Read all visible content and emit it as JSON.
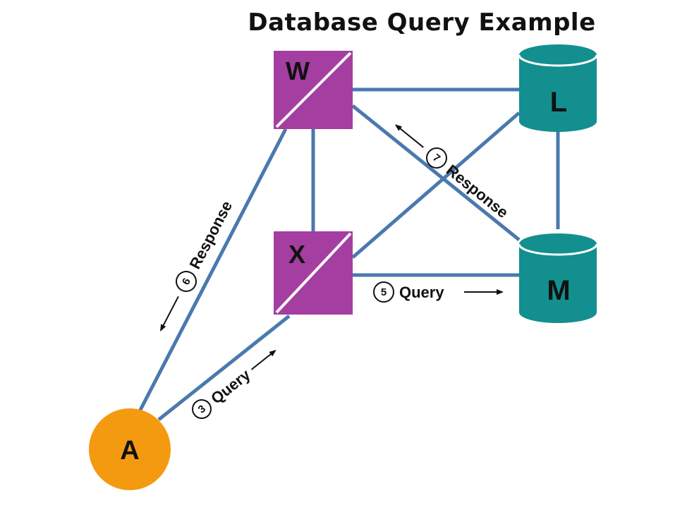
{
  "title": "Database Query Example",
  "nodes": {
    "w": {
      "label": "W",
      "type": "router"
    },
    "x": {
      "label": "X",
      "type": "router"
    },
    "l": {
      "label": "L",
      "type": "database"
    },
    "m": {
      "label": "M",
      "type": "database"
    },
    "a": {
      "label": "A",
      "type": "client"
    }
  },
  "edge_labels": {
    "step3": {
      "number": "3",
      "text": "Query"
    },
    "step5": {
      "number": "5",
      "text": "Query"
    },
    "step6": {
      "number": "6",
      "text": "Response"
    },
    "step7": {
      "number": "7",
      "text": "Response"
    }
  },
  "colors": {
    "router": "#a43ea0",
    "database": "#138f8f",
    "client": "#f49a10",
    "link": "#4a79ad",
    "arrow": "#111111"
  }
}
